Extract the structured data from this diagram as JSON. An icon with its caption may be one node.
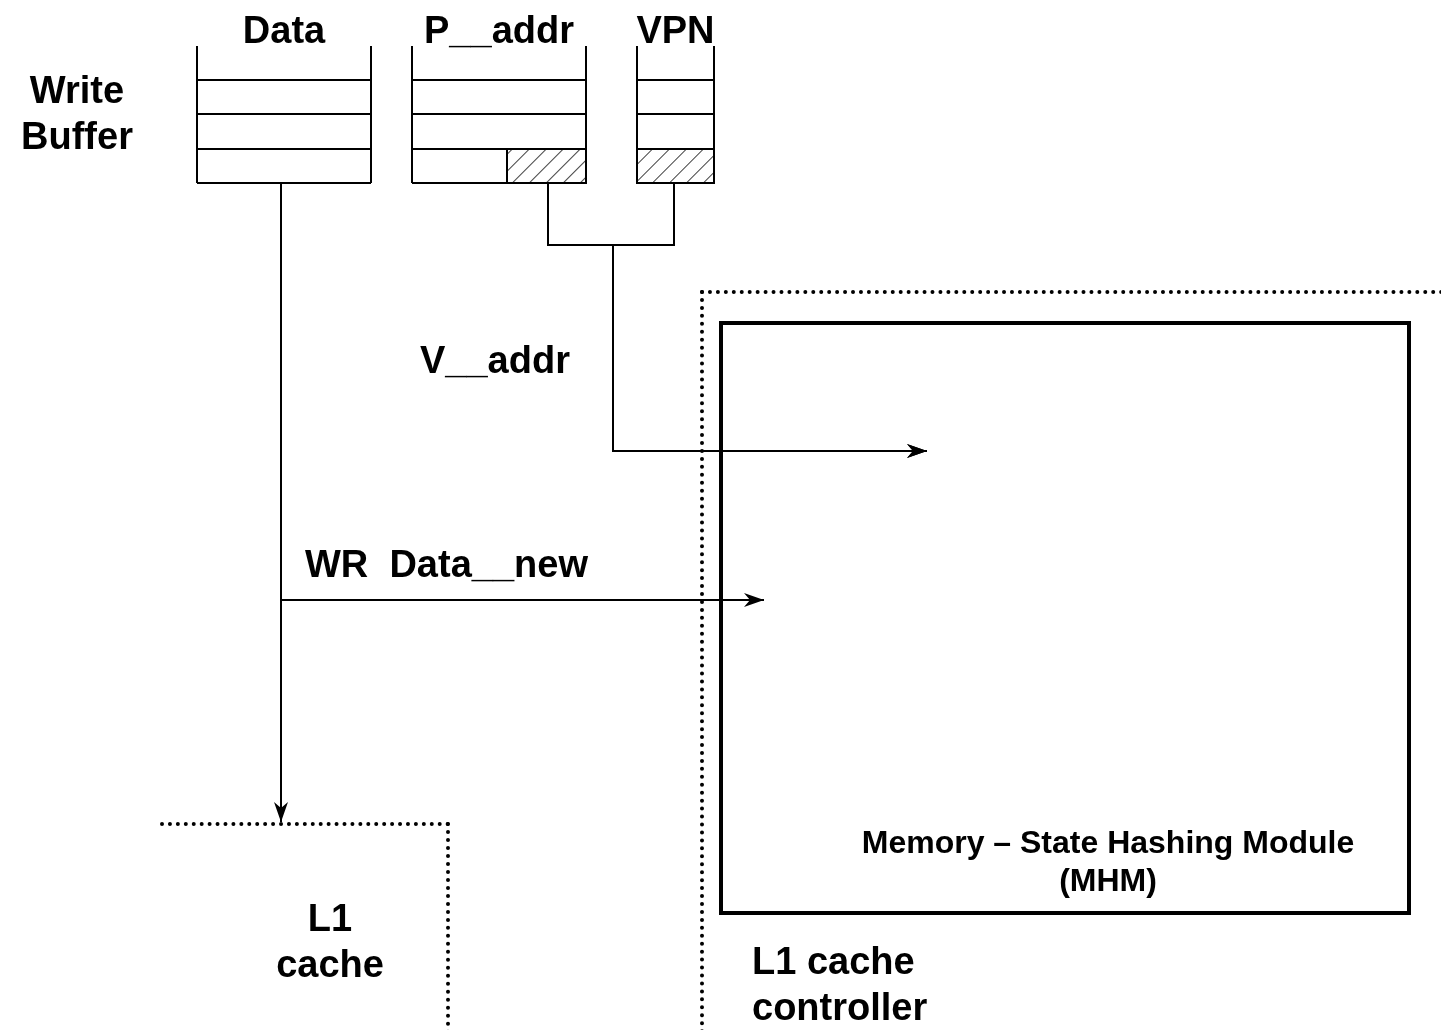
{
  "diagram": {
    "nodes": [
      {
        "text": [
          "Data"
        ]
      },
      {
        "text": [
          "P__addr"
        ]
      },
      {
        "text": [
          "VPN"
        ]
      },
      {
        "text": [
          "L1 cache"
        ]
      },
      {
        "text": [
          "L1 cache controller"
        ]
      },
      {
        "text": [
          "Memory – State Hashing Module (MHM)"
        ],
        "in": 4
      }
    ],
    "edges": [
      {
        "from": 0,
        "to": 3,
        "arrow": "to"
      },
      {
        "from": 0,
        "to": 5,
        "arrow": "to",
        "label": "WR  Data__new"
      },
      {
        "from": 1,
        "to": 5,
        "arrow": "to",
        "label": "V__addr"
      },
      {
        "from": 2,
        "to": 5,
        "arrow": "to"
      }
    ],
    "labels": [
      "Write Buffer"
    ]
  }
}
